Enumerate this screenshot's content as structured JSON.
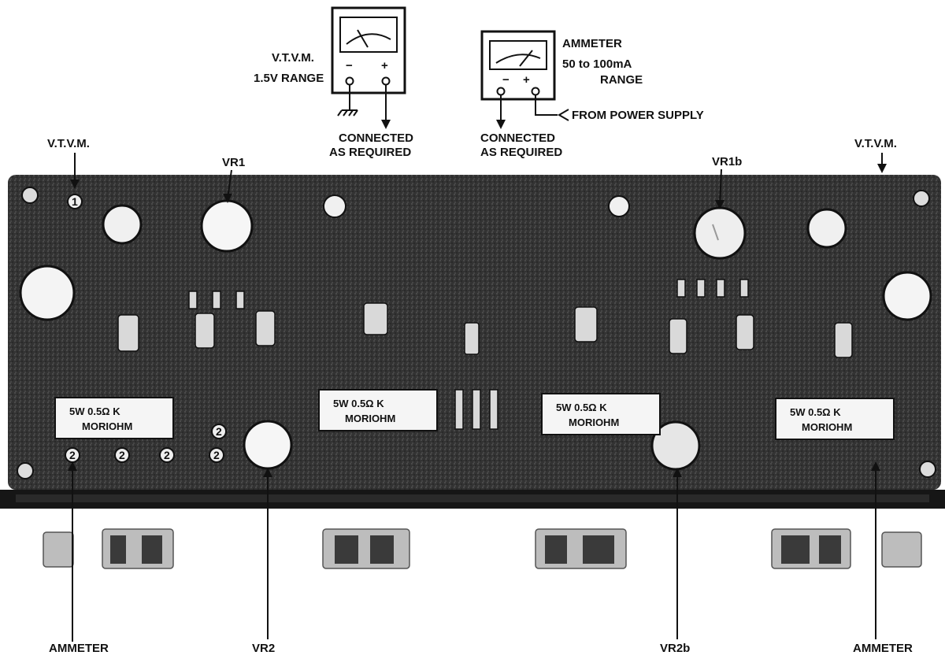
{
  "vtvm_meter": {
    "label_line1": "V.T.V.M.",
    "label_line2": "1.5V RANGE",
    "minus": "−",
    "plus": "+",
    "note_line1": "CONNECTED",
    "note_line2": "AS REQUIRED"
  },
  "ammeter_meter": {
    "label_line1": "AMMETER",
    "label_line2": "50 to 100mA",
    "label_line3": "RANGE",
    "minus": "−",
    "plus": "+",
    "supply_note": "FROM POWER SUPPLY",
    "note_line1": "CONNECTED",
    "note_line2": "AS REQUIRED"
  },
  "top_labels": {
    "vtvm_left": "V.T.V.M.",
    "vr1": "VR1",
    "vr1b": "VR1b",
    "vtvm_right": "V.T.V.M."
  },
  "bottom_labels": {
    "ammeter_left": "AMMETER",
    "vr2": "VR2",
    "vr2b": "VR2b",
    "ammeter_right": "AMMETER"
  },
  "resistor_labels": [
    {
      "line1": "5W 0.5Ω K",
      "line2": "MORIOHM"
    },
    {
      "line1": "5W 0.5Ω K",
      "line2": "MORIOHM"
    },
    {
      "line1": "5W 0.5Ω K",
      "line2": "MORIOHM"
    },
    {
      "line1": "5W 0.5Ω K",
      "line2": "MORIOHM"
    }
  ],
  "terminal_marks": [
    "1",
    "2",
    "2",
    "2",
    "2",
    "2"
  ],
  "colors": {
    "board": "#3a3a3a",
    "board_dark": "#1c1c1c",
    "ink": "#111111",
    "component_light": "#f2f2f2"
  }
}
